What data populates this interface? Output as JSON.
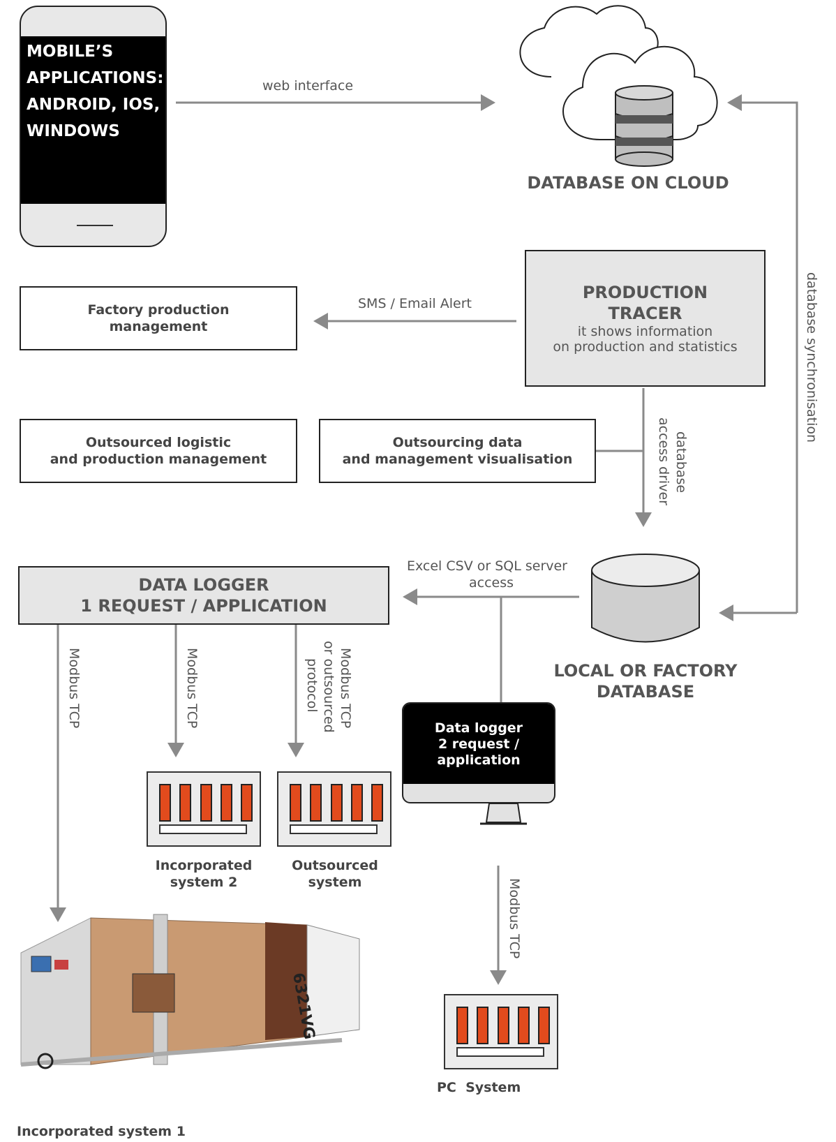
{
  "mobile": {
    "lines": [
      "MOBILE’S",
      "APPLICATIONS:",
      "ANDROID, IOS,",
      "WINDOWS"
    ]
  },
  "cloud": {
    "label": "DATABASE ON CLOUD"
  },
  "edges": {
    "web_interface": "web interface",
    "sms_email": "SMS / Email Alert",
    "db_sync": "database synchronisation",
    "db_access_1": "database",
    "db_access_2": "access driver",
    "excel_1": "Excel CSV or SQL server",
    "excel_2": "access",
    "modbus_1": "Modbus TCP",
    "modbus_2": "Modbus TCP",
    "modbus_3a": "Modbus TCP",
    "modbus_3b": "or outsourced",
    "modbus_3c": "protocol",
    "modbus_pc": "Modbus TCP"
  },
  "production_tracer": {
    "title_1": "PRODUCTION",
    "title_2": "TRACER",
    "sub_1": "it shows information",
    "sub_2": "on production and statistics"
  },
  "factory_mgmt": {
    "line_1": "Factory production",
    "line_2": "management"
  },
  "outsourced_logistic": {
    "line_1": "Outsourced logistic",
    "line_2": "and production management"
  },
  "outsourcing_data": {
    "line_1": "Outsourcing data",
    "line_2": "and management visualisation"
  },
  "local_db": {
    "line_1": "LOCAL OR FACTORY",
    "line_2": "DATABASE"
  },
  "data_logger": {
    "line_1": "DATA LOGGER",
    "line_2": "1 REQUEST / APPLICATION"
  },
  "data_logger_2": {
    "line_1": "Data logger",
    "line_2": "2 request /",
    "line_3": "application"
  },
  "systems": {
    "incorporated_2_a": "Incorporated",
    "incorporated_2_b": "system 2",
    "outsourced_a": "Outsourced",
    "outsourced_b": "system",
    "pc": "PC  System",
    "incorporated_1": "Incorporated system 1"
  },
  "machine_label": "6321VG",
  "colors": {
    "accent_orange": "#e24b1d",
    "line_gray": "#8a8a8a",
    "box_gray": "#e6e6e6"
  }
}
